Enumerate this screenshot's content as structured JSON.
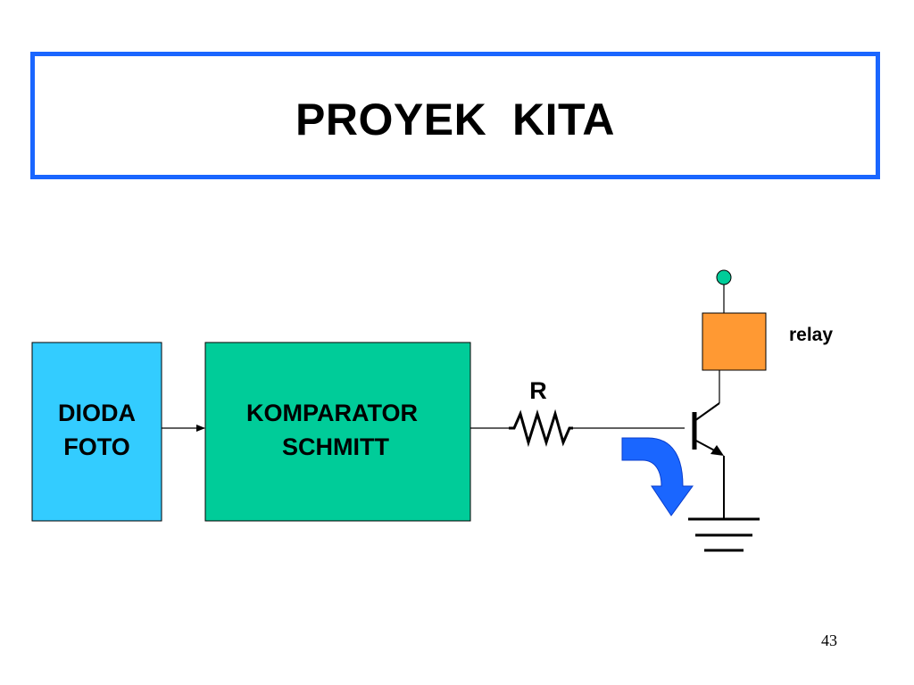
{
  "slide": {
    "title": "PROYEK  KITA",
    "page_number": "43"
  },
  "blocks": {
    "photodiode": {
      "line1": "DIODA",
      "line2": "FOTO"
    },
    "comparator": {
      "line1": "KOMPARATOR",
      "line2": "SCHMITT"
    }
  },
  "labels": {
    "resistor": "R",
    "relay": "relay"
  },
  "colors": {
    "title_border": "#1a66ff",
    "photodiode_fill": "#33ccff",
    "comparator_fill": "#00cc99",
    "relay_fill": "#ff9933",
    "supply_node": "#00cc99",
    "current_arrow": "#1a66ff"
  }
}
